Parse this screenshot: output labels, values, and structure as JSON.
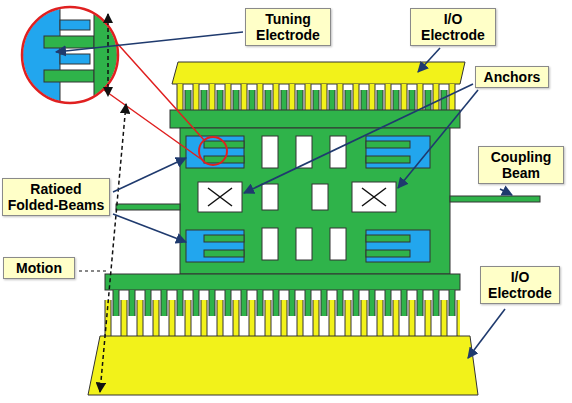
{
  "diagram": {
    "nodes": [
      {
        "text": [
          "Tuning Electrode"
        ]
      },
      {
        "text": [
          "I/O Electrode"
        ]
      },
      {
        "text": [
          "Anchors"
        ]
      },
      {
        "text": [
          "Coupling Beam"
        ]
      },
      {
        "text": [
          "Ratioed Folded-Beams"
        ]
      },
      {
        "text": [
          "Motion"
        ]
      },
      {
        "text": [
          "I/O Electrode"
        ]
      }
    ]
  }
}
